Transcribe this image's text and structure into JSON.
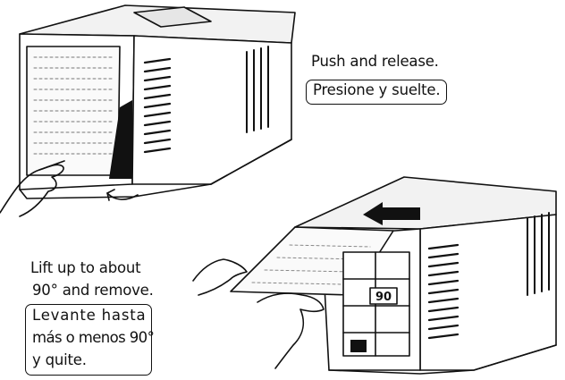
{
  "step1": {
    "english": "Push and release.",
    "spanish": "Presione y suelte."
  },
  "step2": {
    "english_line1": "Lift up to about",
    "english_line2": "90° and remove.",
    "spanish_line1": "Levante hasta",
    "spanish_line2": "más o menos 90°",
    "spanish_line3": "y quite."
  },
  "panel_number": "90"
}
